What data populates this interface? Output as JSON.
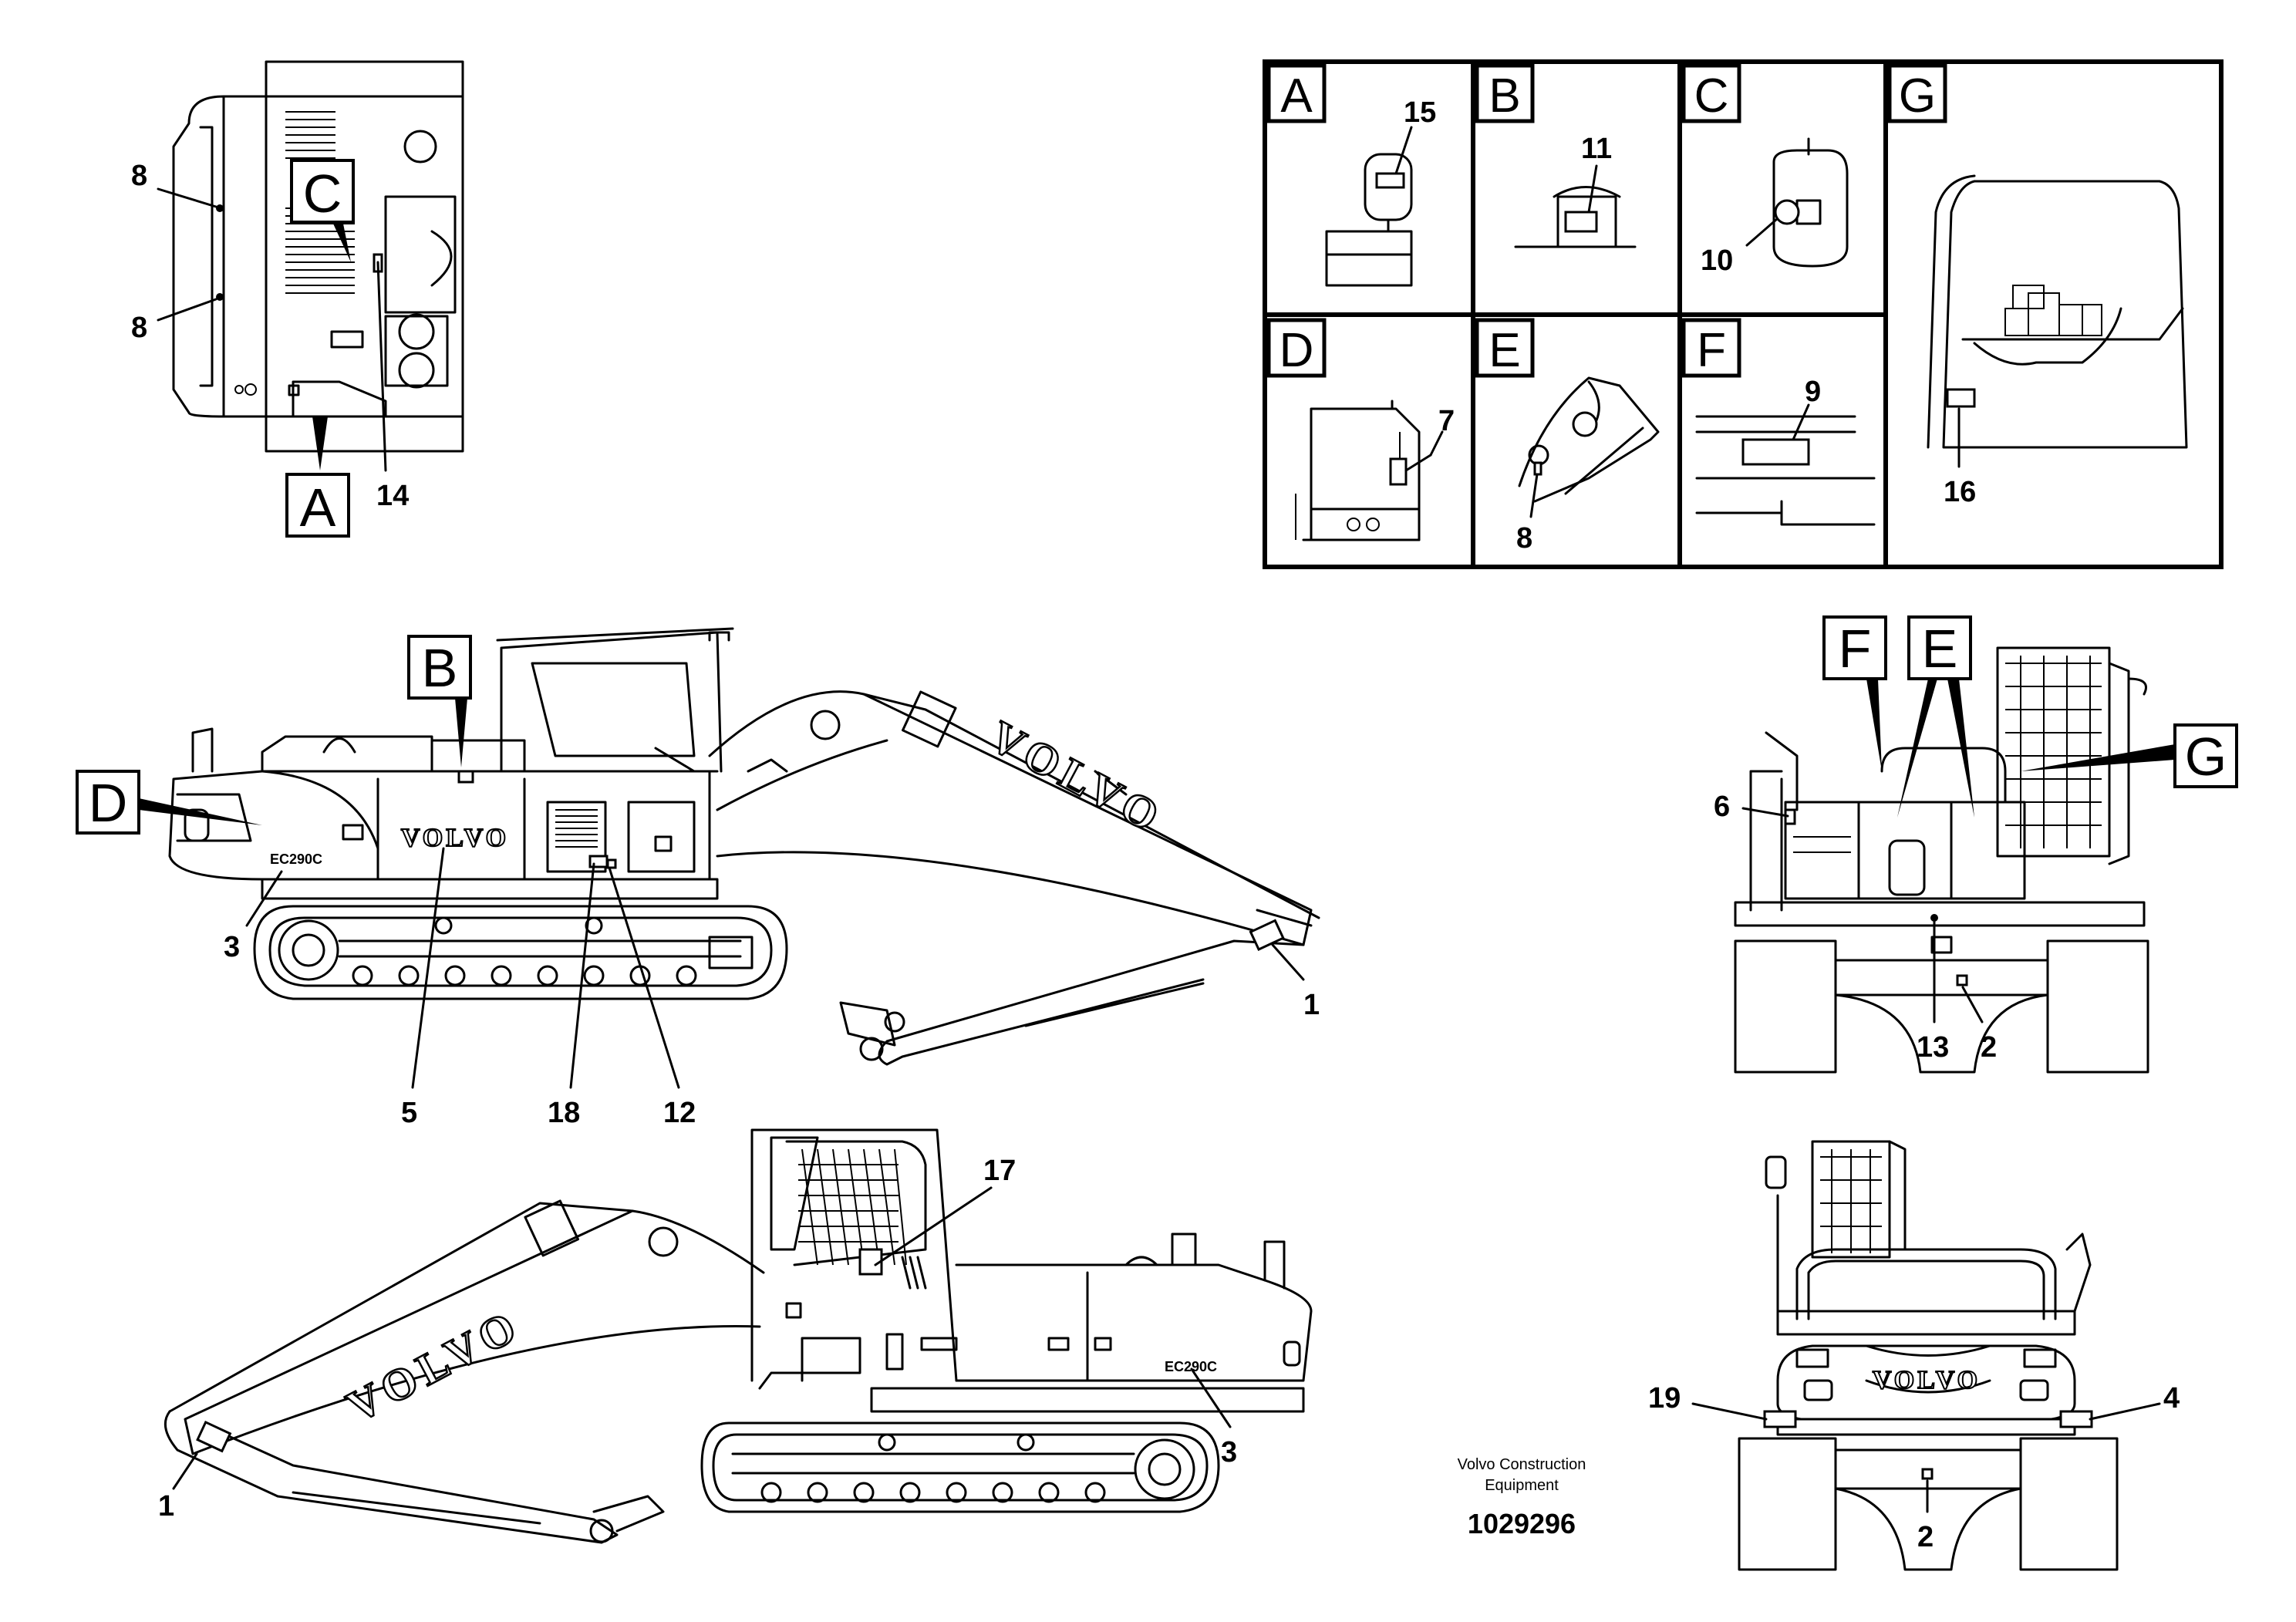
{
  "views": {
    "top_view": {
      "callout_A": "A",
      "callout_C": "C",
      "label_8a": "8",
      "label_8b": "8",
      "label_14": "14"
    },
    "side_view_left": {
      "callout_B": "B",
      "callout_D": "D",
      "brand": "VOLVO",
      "boom_brand": "VOLVO",
      "model": "EC290C",
      "label_1": "1",
      "label_3": "3",
      "label_5": "5",
      "label_12": "12",
      "label_18": "18"
    },
    "side_view_right": {
      "label_17": "17",
      "label_1": "1",
      "label_3": "3",
      "boom_brand": "VOLVO",
      "model": "EC290C"
    },
    "front_view": {
      "callout_F": "F",
      "callout_E": "E",
      "callout_G": "G",
      "label_6": "6",
      "label_13": "13",
      "label_2": "2"
    },
    "rear_view": {
      "brand": "VOLVO",
      "label_19": "19",
      "label_4": "4",
      "label_2": "2"
    }
  },
  "detail_panels": [
    {
      "letter": "A",
      "callout": "15"
    },
    {
      "letter": "B",
      "callout": "11"
    },
    {
      "letter": "C",
      "callout": "10"
    },
    {
      "letter": "G",
      "callout": "16"
    },
    {
      "letter": "D",
      "callout": "7"
    },
    {
      "letter": "E",
      "callout": "8"
    },
    {
      "letter": "F",
      "callout": "9"
    }
  ],
  "footer": {
    "company_line1": "Volvo Construction",
    "company_line2": "Equipment",
    "part_number": "1029296"
  }
}
